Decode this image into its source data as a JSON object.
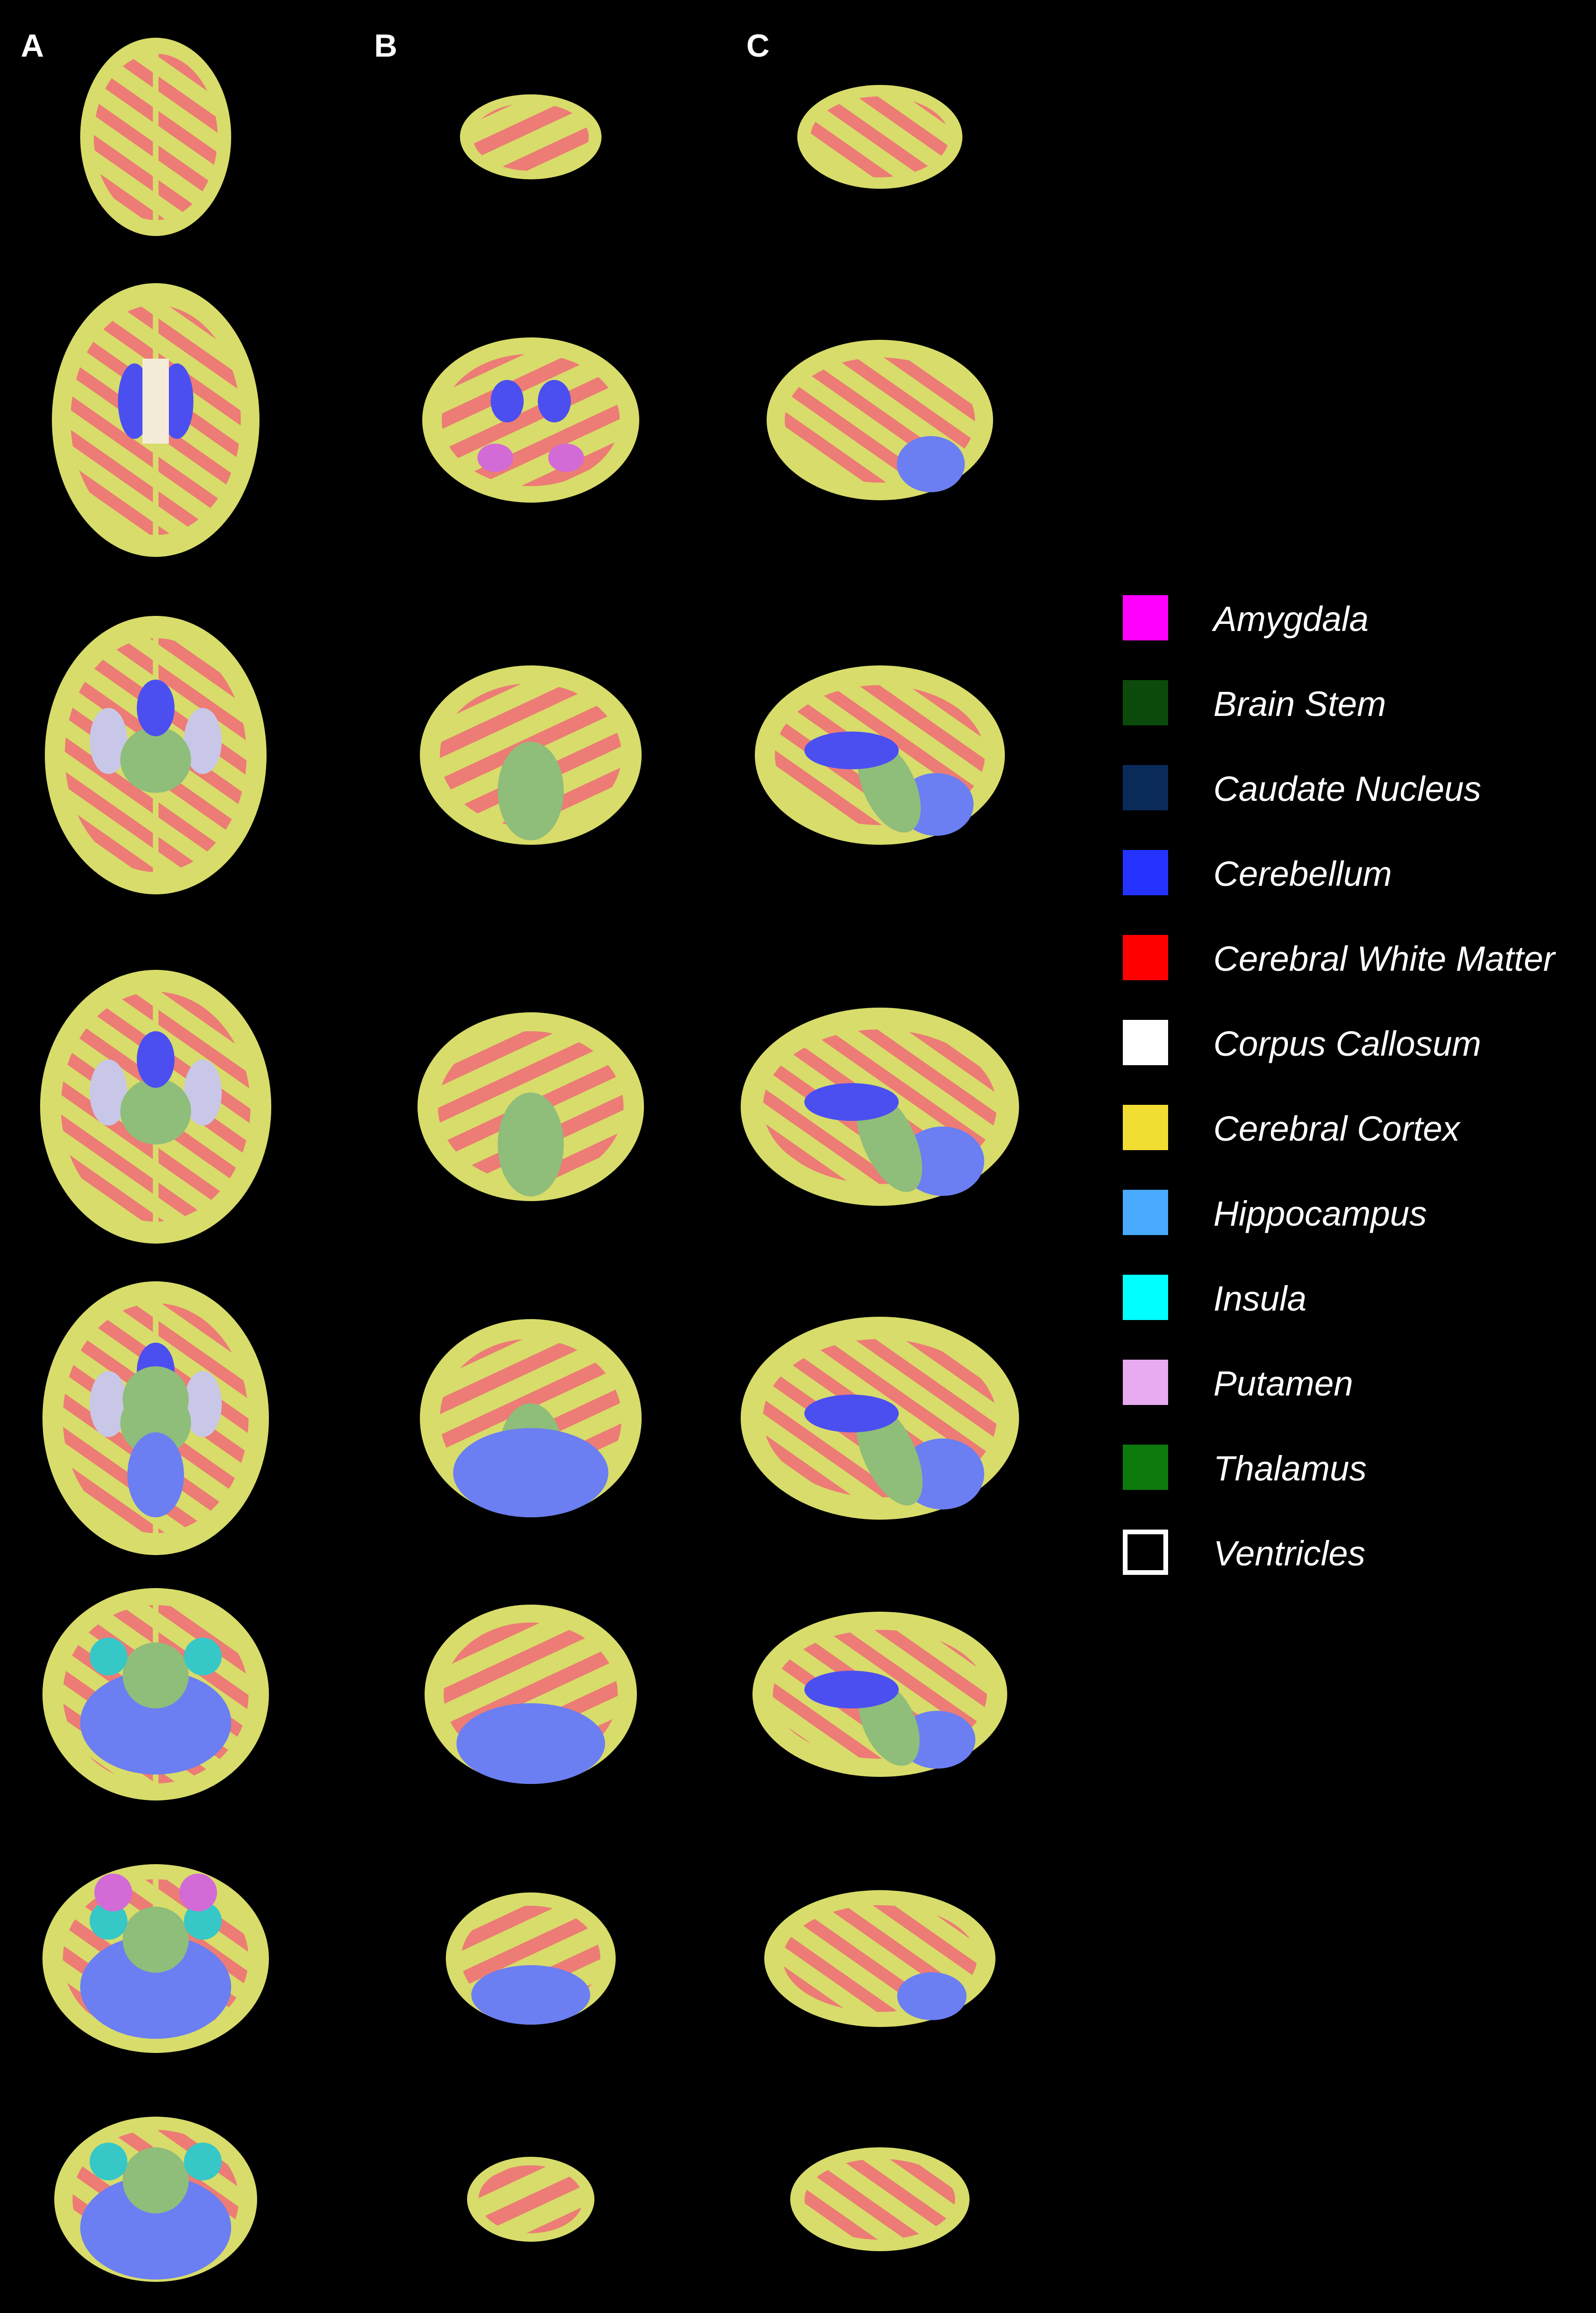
{
  "panels": {
    "a": "A",
    "b": "B",
    "c": "C"
  },
  "legend": [
    {
      "label": "Amygdala",
      "color": "#ff00ff"
    },
    {
      "label": "Brain Stem",
      "color": "#0b4a0b"
    },
    {
      "label": "Caudate Nucleus",
      "color": "#0a2a5a"
    },
    {
      "label": "Cerebellum",
      "color": "#2433ff"
    },
    {
      "label": "Cerebral White Matter",
      "color": "#ff0000"
    },
    {
      "label": "Corpus Callosum",
      "color": "#ffffff"
    },
    {
      "label": "Cerebral Cortex",
      "color": "#f2dd33"
    },
    {
      "label": "Hippocampus",
      "color": "#49aaff"
    },
    {
      "label": "Insula",
      "color": "#00ffff"
    },
    {
      "label": "Putamen",
      "color": "#e8aaf0"
    },
    {
      "label": "Thalamus",
      "color": "#0d7a0d"
    },
    {
      "label": "Ventricles",
      "color": "#000000",
      "outline": "#ffffff"
    }
  ],
  "colors": {
    "cortex": "#d8dc6a",
    "white_matter": "#ec7c75",
    "cerebellum": "#6b7ef2",
    "brain_stem": "#8fbd7a",
    "caudate": "#4b4ff0",
    "putamen": "#c9c7e8",
    "insula": "#36c7c7",
    "amygdala": "#d36bd6",
    "corpus_callosum": "#f4ecd8",
    "ventricles": "#000000"
  }
}
